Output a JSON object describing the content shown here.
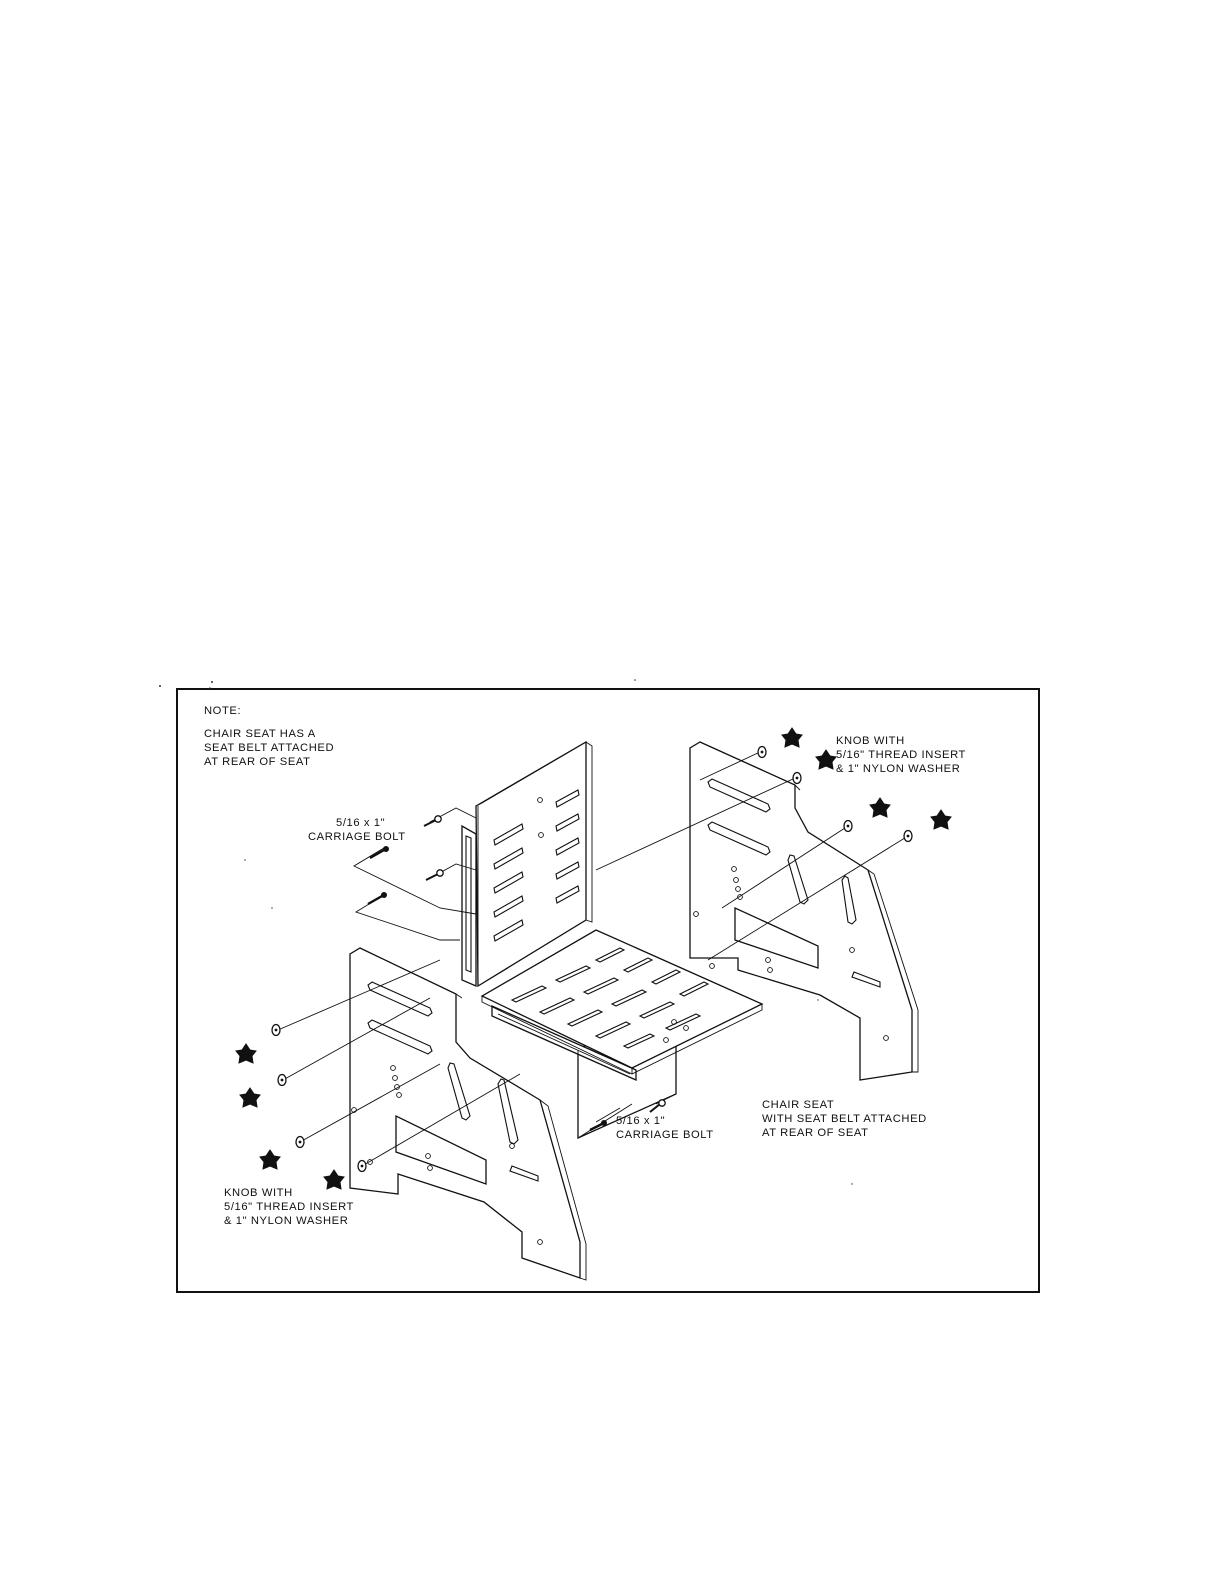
{
  "note": {
    "lines": [
      "NOTE:",
      "CHAIR SEAT HAS A",
      "SEAT BELT ATTACHED",
      "AT REAR OF SEAT"
    ]
  },
  "callouts": {
    "knob_top": [
      "KNOB WITH",
      "5/16\" THREAD INSERT",
      "& 1\" NYLON WASHER"
    ],
    "bolt_top": [
      "5/16 x 1\"",
      "CARRIAGE BOLT"
    ],
    "bolt_bottom": [
      "5/16 x 1\"",
      "CARRIAGE BOLT"
    ],
    "seat": [
      "CHAIR SEAT",
      "WITH SEAT BELT ATTACHED",
      "AT REAR OF SEAT"
    ],
    "knob_bottom": [
      "KNOB WITH",
      "5/16\" THREAD INSERT",
      "& 1\" NYLON WASHER"
    ]
  }
}
